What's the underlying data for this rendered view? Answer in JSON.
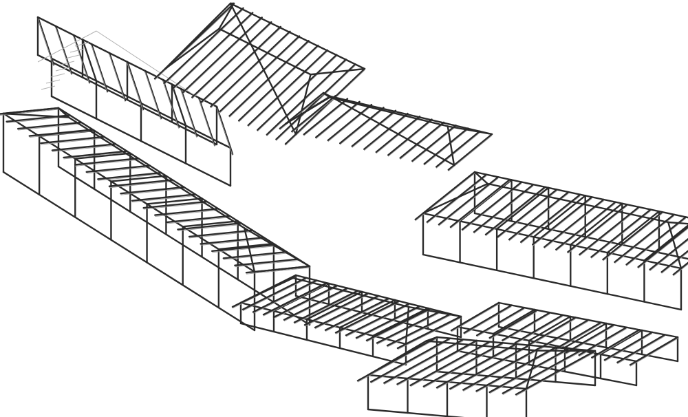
{
  "figure": {
    "title": "",
    "type": "exploded isometric timber roof framing",
    "background": "#ffffff",
    "line_color": "#2b2b2b",
    "railing_color": "#b0b0b0",
    "modules": [
      {
        "id": "upper-left-frame-with-stair",
        "kind": "two-storey frame with stair and railing",
        "rafters": 10
      },
      {
        "id": "top-hip-roof",
        "kind": "hip roof truss",
        "rafters": 14
      },
      {
        "id": "left-long-roof",
        "kind": "long frame with hip roof",
        "rafters": 22
      },
      {
        "id": "center-hip-roof",
        "kind": "hip roof truss",
        "rafters": 14
      },
      {
        "id": "right-long-roof",
        "kind": "long frame with hip roof",
        "rafters": 22
      },
      {
        "id": "bottom-center-roof",
        "kind": "low frame with roof",
        "rafters": 16
      },
      {
        "id": "bottom-right-frame",
        "kind": "floor frame with rafters",
        "rafters": 14
      },
      {
        "id": "bottom-small-roof",
        "kind": "hip roof on posts",
        "rafters": 12
      }
    ]
  }
}
